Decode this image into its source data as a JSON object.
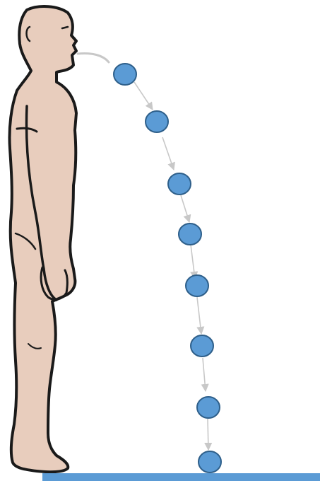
{
  "colors": {
    "background": "#ffffff",
    "skin": "#e8cdbd",
    "outline": "#1a1a1a",
    "droplet_fill": "#5b9bd5",
    "droplet_stroke": "#2e5f8a",
    "arrow": "#c8c8c8",
    "floor": "#5b9bd5"
  },
  "figure": {
    "icon": "standing-person-side-view"
  },
  "droplets": {
    "count": 8,
    "shape": "ellipse"
  },
  "trajectory": {
    "description_icon": "falling-droplet-path"
  }
}
